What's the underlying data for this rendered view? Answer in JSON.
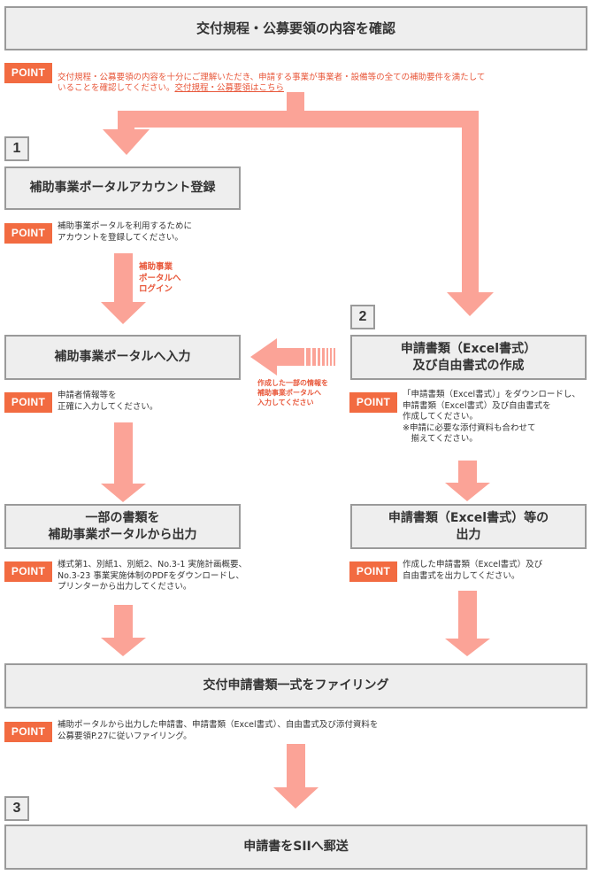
{
  "colors": {
    "accent": "#f26b41",
    "arrow": "#fba397",
    "box_fill": "#eeeeee",
    "box_border": "#9a9a9a"
  },
  "top": {
    "title": "交付規程・公募要領の内容を確認",
    "point_label": "POINT",
    "point_text": "交付規程・公募要領の内容を十分にご理解いただき、申請する事業が事業者・設備等の全ての補助要件を満たして\nいることを確認してください。",
    "link_text": "交付規程・公募要領はこちら"
  },
  "step1": {
    "number": "1",
    "title": "補助事業ポータルアカウント登録",
    "point_label": "POINT",
    "point_text": "補助事業ポータルを利用するために\nアカウントを登録してください。",
    "arrow_note": "補助事業\nポータルへ\nログイン"
  },
  "portal_input": {
    "title": "補助事業ポータルへ入力",
    "point_label": "POINT",
    "point_text": "申請者情報等を\n正確に入力してください。"
  },
  "portal_output": {
    "title": "一部の書類を\n補助事業ポータルから出力",
    "point_label": "POINT",
    "point_text": "様式第1、別紙1、別紙2、No.3-1 実施計画概要、\nNo.3-23 事業実施体制のPDFをダウンロードし、\nプリンターから出力してください。"
  },
  "step2": {
    "number": "2",
    "title": "申請書類（Excel書式）\n及び自由書式の作成",
    "point_label": "POINT",
    "point_text": "「申請書類（Excel書式）」をダウンロードし、\n申請書類（Excel書式）及び自由書式を\n作成してください。\n※申請に必要な添付資料も合わせて\n　揃えてください。",
    "arrow_note": "作成した一部の情報を\n補助事業ポータルへ\n入力してください"
  },
  "excel_output": {
    "title": "申請書類（Excel書式）等の\n出力",
    "point_label": "POINT",
    "point_text": "作成した申請書類（Excel書式）及び\n自由書式を出力してください。"
  },
  "filing": {
    "title": "交付申請書類一式をファイリング",
    "point_label": "POINT",
    "point_text": "補助ポータルから出力した申請書、申請書類（Excel書式）、自由書式及び添付資料を\n公募要領P.27に従いファイリング。"
  },
  "step3": {
    "number": "3",
    "title": "申請書をSIIへ郵送"
  }
}
